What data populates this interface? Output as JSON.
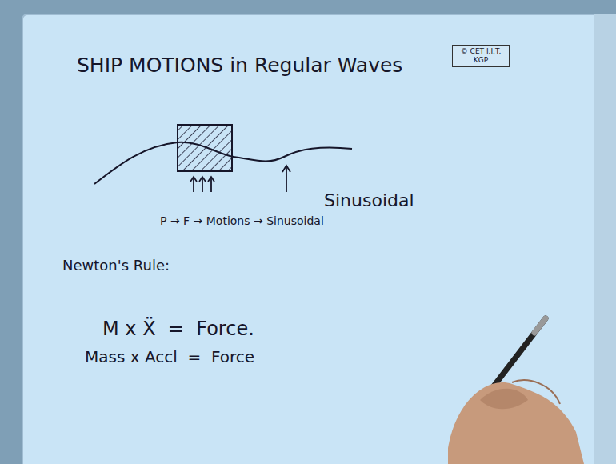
{
  "diagram": {
    "title": "SHIP MOTIONS in Regular Waves",
    "nodes": [
      {
        "text": [
          "© CET I.I.T. KGP"
        ]
      }
    ],
    "labels": [
      "Sinusoidal",
      "P → F → Motions → Sinusoidal",
      "Newton's Rule:",
      "M x Ẍ  =  Force.",
      "Mass x Accl  =  Force"
    ]
  }
}
